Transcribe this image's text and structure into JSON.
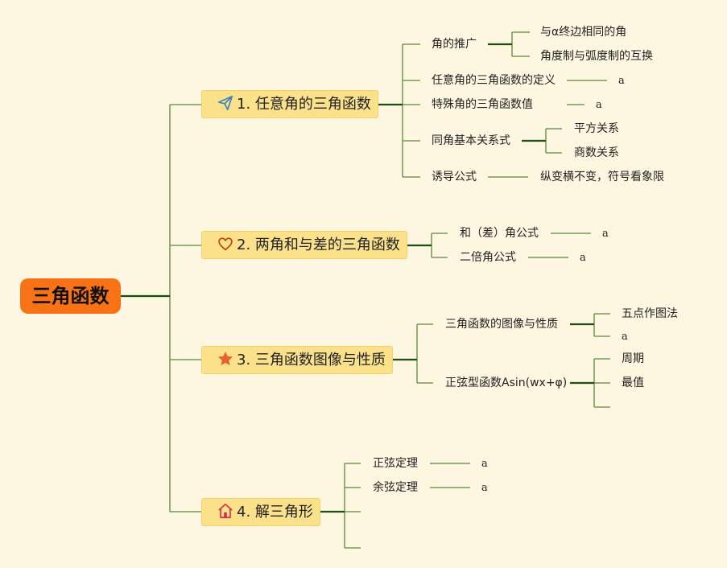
{
  "root": {
    "title": "三角函数"
  },
  "topics": [
    {
      "label": "1. 任意角的三角函数",
      "icon": "paper-plane-icon",
      "items": [
        {
          "label": "角的推广",
          "children": [
            "与α终边相同的角",
            "角度制与弧度制的互换"
          ]
        },
        {
          "label": "任意角的三角函数的定义",
          "value": "a"
        },
        {
          "label": "特殊角的三角函数值",
          "value": "a"
        },
        {
          "label": "同角基本关系式",
          "children": [
            "平方关系",
            "商数关系"
          ]
        },
        {
          "label": "诱导公式",
          "value": "纵变横不变，符号看象限"
        }
      ]
    },
    {
      "label": "2. 两角和与差的三角函数",
      "icon": "heart-icon",
      "items": [
        {
          "label": "和（差）角公式",
          "value": "a"
        },
        {
          "label": "二倍角公式",
          "value": "a"
        }
      ]
    },
    {
      "label": "3. 三角函数图像与性质",
      "icon": "star-icon",
      "items": [
        {
          "label": "三角函数的图像与性质",
          "children": [
            "五点作图法",
            "a"
          ]
        },
        {
          "label": "正弦型函数Asin(wx+φ)",
          "children": [
            "周期",
            "最值",
            ""
          ]
        }
      ]
    },
    {
      "label": "4. 解三角形",
      "icon": "house-icon",
      "items": [
        {
          "label": "正弦定理",
          "value": "a"
        },
        {
          "label": "余弦定理",
          "value": "a"
        },
        {
          "label": ""
        },
        {
          "label": ""
        }
      ]
    }
  ],
  "colors": {
    "background": "#fdf6e0",
    "root": "#f97316",
    "topic": "#fbe28a",
    "line": "#4a7a2c"
  }
}
